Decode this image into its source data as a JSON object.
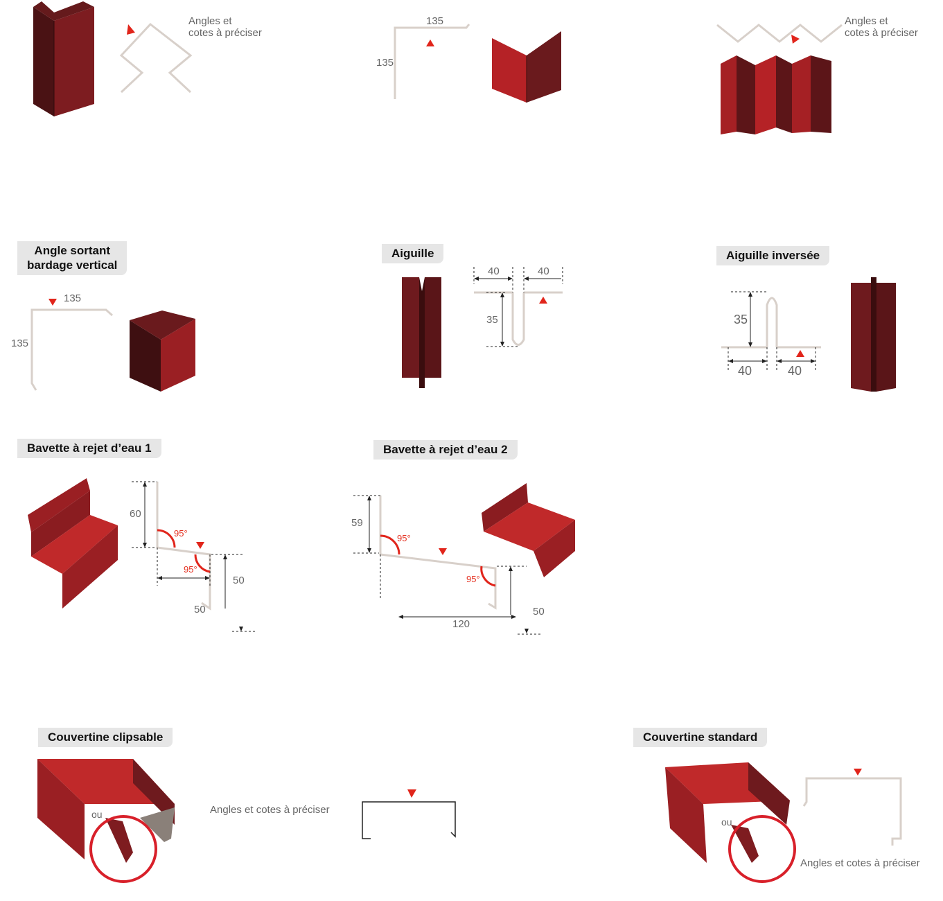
{
  "row1": {
    "item1": {
      "note_line1": "Angles et",
      "note_line2": "cotes à préciser"
    },
    "item2": {
      "dim_top": "135",
      "dim_left": "135"
    },
    "item3": {
      "note_line1": "Angles et",
      "note_line2": "cotes à préciser"
    }
  },
  "angle_sortant": {
    "title_line1": "Angle sortant",
    "title_line2": "bardage vertical",
    "dim_top": "135",
    "dim_left": "135"
  },
  "aiguille": {
    "title": "Aiguille",
    "dim_left_width": "40",
    "dim_right_width": "40",
    "dim_depth": "35"
  },
  "aiguille_inversee": {
    "title": "Aiguille inversée",
    "dim_height": "35",
    "dim_left_width": "40",
    "dim_right_width": "40"
  },
  "bavette1": {
    "title": "Bavette à rejet d’eau 1",
    "dim_height": "60",
    "angle1": "95°",
    "angle2": "95°",
    "dim_drop": "50",
    "dim_return": "50"
  },
  "bavette2": {
    "title": "Bavette à rejet d’eau 2",
    "dim_height": "59",
    "angle1": "95°",
    "angle2": "95°",
    "dim_width": "120",
    "dim_drop": "50"
  },
  "couvertine_clipsable": {
    "title": "Couvertine clipsable",
    "ou_label": "ou",
    "note": "Angles et cotes à préciser"
  },
  "couvertine_standard": {
    "title": "Couvertine standard",
    "ou_label": "ou",
    "note": "Angles et cotes à préciser"
  },
  "colors": {
    "metal_dark": "#5a1618",
    "metal_mid": "#8a1e22",
    "metal_bright": "#c0292a",
    "marker_red": "#e1251b",
    "profile_line": "#cfc7c0"
  }
}
